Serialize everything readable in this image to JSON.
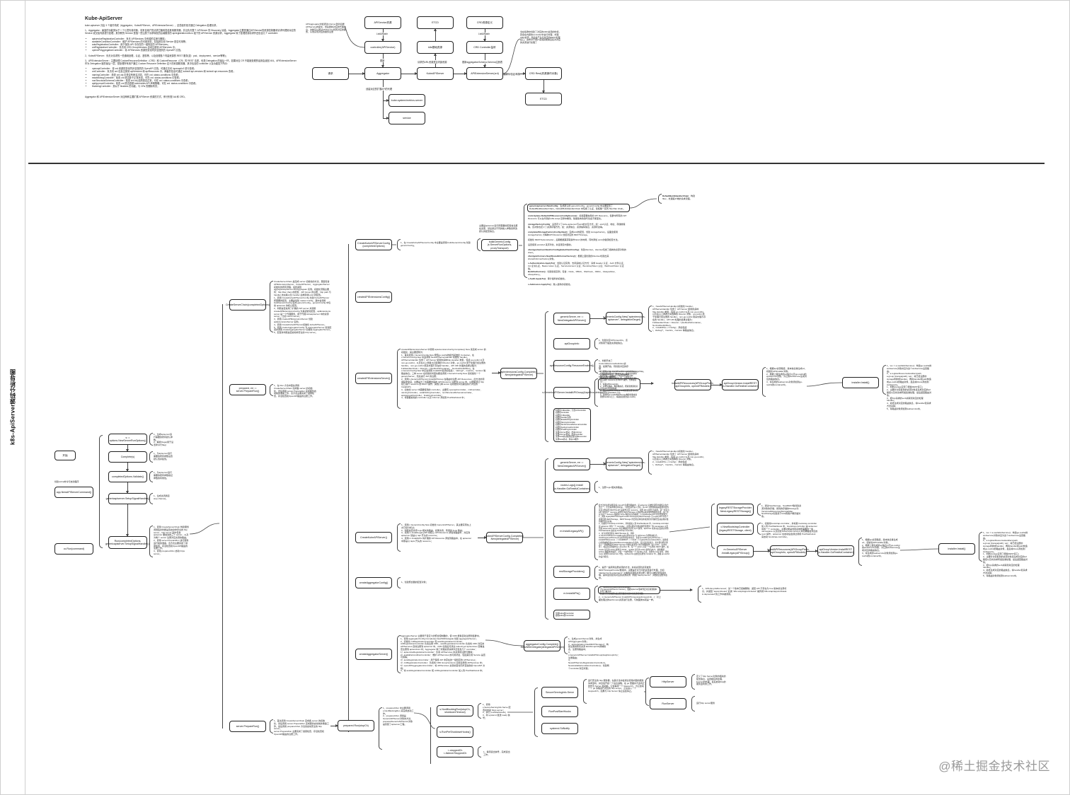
{
  "page": {
    "vertical_title": "k8s-ApiServer源码分析导图",
    "watermark": "@稀土掘金技术社区"
  },
  "doc": {
    "title": "Kube-ApiServer",
    "intro": "kube-apiserver 共由 3 个组件构成（Aggregator、KubeAPIServer、APIExtensionServer），这些组件依次通过 Delegation 处理请求。",
    "p1": "1、Aggregator：暴露的功能类似于一个七层负载均衡，将来自用户的请求拦截转发给其他服务器，并且负责整个 APIServer 的 Discovery 功能。Aggregator主要是通过APIService的资源控制器将请求代理到对应的 Service 或交给内部进行处理；其关联的 Service 是指一些注册了请求转发的后端服务的 apiregistration.k8s.io 组下的 APIService 资源请求。Aggregator 除了处理资源请求外还包含几个 controller：",
    "p1_items": [
      "apiserviceRegistrationController：负责 APIServices 中资源的注册与删除；",
      "availableConditionController：维护 APIServices 的可用状态，包括其引用 Service 是否可用等；",
      "autoRegistrationController：用于保持 API 中存在的一组特定的 APIServices；",
      "crdRegistrationController：负责将 CRD GroupVersions 自动注册到 APIServices 中；",
      "openAPIAggregationController：将 APIServices 资源的变化同步至提供的 OpenAPI 文档；"
    ],
    "p2": "2、KubeAPIServer：负责对请求的一些通用处理，认证、鉴权等，以及处理各个内建资源的 REST 服务(如：pod、deployment、service等等)；",
    "p3": "3、APIExtensionServer：主要处理 CustomResourceDefinition（CRD）和 CustomResource（CR）的 REST 请求，也是 Delegation 的最后一环，如果对应 CR 不能被处理的话则会返回 404。APIExtensionServer 作为 Delegation 链的最后一层，是处理所有用户通过 Custom Resource Definition 定义的资源服务器。其中包含的 controller 以及功能如下所示：",
    "p3_items": [
      "openapiController：将 crd 资源的变化同步至提供的 OpenAPI 文档，可通过访问 /openapi/v2 进行查看；",
      "crdController：负责将 crd 信息注册到 apiVersions 和 apiResources 中，两者的信息可通过 kubectl api-versions 和 kubectl api-resources 查看；",
      "namingController：检查 crd obj 中是否有命名冲突，可在 crd .status.conditions 中查看；",
      "establishingController：检查 crd 是否处于正常状态，可在 crd .status.conditions 中查看；",
      "nonStructuralSchemaController：检查 crd obj 结构是否正常，可在 crd .status.conditions 中查看；",
      "apiApprovalController：检查 crd 是否遵循 kubernetes API 声明策略，可在 crd .status.conditions 中查看；",
      "finalizingController：类似于 finalizes 的功能，与 CRs 的删除有关；"
    ],
    "p4": "Aggregator 和 APIExtensionServer 对应两种主要扩展 APIServer 资源的方式，即分别是 AA 和 CRD。"
  },
  "top_diagram": {
    "nodes": {
      "apiservice_res": "APIService资源",
      "etcd_top": "ETCD",
      "crd_def": "CRD资源定义",
      "controller_apiservice": "controller(APIService)",
      "k8s_builtin": "k8s基础资源",
      "crd_controller": "CRD Controller监听",
      "request": "请求",
      "aggregator": "Aggregator",
      "kubeapiserver": "KubeAPIServer",
      "apiextension": "APIExtensionServer(crd)",
      "crd_rest": "CRD Rest(资源操作对象)",
      "metrics_server": "kube-system/metrics-server",
      "service": "service",
      "etcd_bottom": "ETCD"
    },
    "edge_labels": {
      "listwatch_1": "List&Watch",
      "listwatch_2": "List&Watch",
      "register": "更新",
      "url_resource": "请求的URL资源是否内部资源",
      "update_schema": "更新aggregationSchema,Schema注册表",
      "codec": "编解码/验证/转换",
      "create_proxy": "创建对应的扩展API的代理"
    },
    "notes": {
      "aggregator_note": "APIAggregator中会通过informer监听后端APIService的变化，然后更新对应的代理信息，这样可以通过APIService找到对应的服务，从而实现对应的服务注册",
      "crd_note": "当在集群中创建了对应的CRD资源的时候，就会在内部的controller中进行处理，处理CRD资源，然后会产生出对应的REST处理接口，这样对于用户来说就能够直接对对应的资源进行处理了"
    }
  },
  "mindmap": {
    "root": {
      "start": "开始",
      "cobra_note": "创建cobra命令行启动程序",
      "new_cmd": "app.NewAPIServerCommand()",
      "run_cmd": "cc.Run(command)"
    },
    "run_chain": [
      {
        "label": "s := options.NewServerRunOptions()",
        "note": "1、生成apiserver运行需要的所有默认参数。\n2、解析Flags(用于设置命令行flag)"
      },
      {
        "label": "Complete(s)",
        "note": "1、为apiserver运行需要的所有参数设置默认值并赋值。"
      },
      {
        "label": "completedOptions.Validate()",
        "note": "1、为apiserver运行需要的所有参数验证参数的有效性。"
      },
      {
        "label": "genericapiserver.SetupSignalHandler()",
        "note": "1、生成关闭通道stop channel。"
      },
      {
        "label": "Run(completedOptions, genericapiserver.SetupSignalHandler())",
        "note": "1、调用 CreateServerChain 构建服务调用链并判断是否启动非安全的 http server，http server 链中包含 apiserver 要启动的三个 server，以及为每个 server 注册对应资源的路由。\n2、调用 server.PrepareRun 进行服务运行前的准备，该方法主要完成了健康检查、存活检查和OpenAPI路由的注册工作。\n3、调用 prepared.Run 启动 https server。"
      }
    ],
    "level2": [
      {
        "label": "CreateServerChain(completedOptions)",
        "note": "CreateServerChain 是完成 server 初始化的方法，里面包含 APIExtensionsServer、KubeAPIServer、AggregatorServer 初始化的所有流程，最终返回 aggregatorapiserver.APIAggregator 实例，初始化流程主要有：http filter chain 的配置、API Group 的注册、http path 与 handler 的关联以及 handler 后端存储 etcd 的配置。\n1、调用 CreateKubeAPIServerConfig 创建 KubeAPIServer 所需要的配置，主要是创建 master.Config，其中会调用 buildGenericConfig 生成 genericConfig，genericConfig 中包含 apiserver 的核心配置。\n2、判断是否启用了扩展的 API server 并调用 createAPIExtensionsConfig 为其初始化配置，apiExtensions server 是一个代理服务，用于代理 kubeapiserver 中的资源 server，比如 metric-server。\n3、调用 createAPIExtensionsServer 创建 apiExtensionsServer 实例。\n4、调用 CreateKubeAPIServer初始化 kubeAPIServer。\n5、调用 createAggregatorConfig 为 aggregatorServer 创建配置并调用 createAggregatorServer 初始化 aggregatorServer。\n6、配置并判断是否启动非安全的 http server。"
      },
      {
        "label": "prepared, err := server.PrepareRun()",
        "note": "1、在 Run 方法中首先调用 CreateServerChain 完成各 server 的初始化，然后调用 server.PrepareRun 完成服务启动前的准备工作，该方法主要完成了健康检查、存活检查和OpenAPI路由的注册工作。"
      },
      {
        "label": "server.PrepareRun()",
        "note": "1、首先调用 CreateServerChain 完成各 server 的初始化，然后调用 server.PrepareRun 完成服务启动前的准备工作，最后调用 prepared.Run 方法来启动安全的 http server。\nserver.PrepareRun 主要完成了健康检查、存活检查和OpenAPI路由的注册工作。"
      }
    ],
    "level3": [
      {
        "label": "CreateKubeAPIServerConfig (completedOptions)",
        "note": "1、在 CreateKubeAPIServerConfig 中主要是调用 buildGenericConfig 创建 genericConfig。"
      },
      {
        "label": "createAPIExtensionsConfig()",
        "note": ""
      },
      {
        "label": "createAPIExtensionsServer()",
        "note": "createAPIExtensionsServer 中调用 apiextensionsConfig.Complete().New 来完成 server 的初始化，其主要逻辑为：\n1、首先调用 c.GenericConfig.New 按照go-restful的模式初始化 Container，在 c.GenericConfig.New 中会调用 NewAPIServerHandler 初始化 handler，APIServerHandler 包含了 API Server 使用的多种http.Handler 类型，包括 go-restful 以及 non-go-restful，以及在以上两者之间选择的 Director 对象，go-restful 用于处理已经注册的 handler，non-go-restful 用来处理不存在的 handler，API URI 处理的选择过程为：FullHandlerChain-> Director ->{GoRestfulContainer， NonGoRestfulMux}。在 c.GenericConfig.New 中还会调用 installAPI来添加包括 /、/debug/*、/metrics、/version 等路由信息。三种 server 在初始化时首先都会调用 c.GenericConfig.New 来初始化一个 genericServer，然后进行 API 的注册；\n2、调用 s.GenericAPIServer.InstallAPIGroup 在路由中注册 API Resources，此方法的调用链非常深，主要是为了将需要暴露的 API Resource 注册到 server 中，以便能通过 http 接口进行 resource 的 REST 操作，其他几种 server 在初始化时也都会执行对应的 InstallAPI；\n3、初始化 server 中需要使用的 controller，主要有 openapiController、crdController、namingController、establishingController、nonStructuralSchemaController、apiApprovalController、finalizingController；\n4、将需要启动的 controller 以及 informer 添加到 PostStartHook 中；"
      },
      {
        "label": "CreateKubeAPIServer()",
        "note": "1、调用 c.GenericConfig.New 初始化 GenericAPIServer，其主要实现在上文已经分析过；\n2、判断是否支持 logs 相关的路由，如果支持，则添加 /logs 路由；\n3、调用 m.InstallLegacyAPI 将核心 API Resource 添加到路由中，对应到 apiserver 就是以 /api 开头的 resource；\n4、调用 m.InstallAPIs 将扩展的 API Resource 添加到路由中，在 apiserver 中即是以 /apis 开头的 resource；"
      },
      {
        "label": "createAggregatorConfig()",
        "note": "1、创建聚合器的配置对象；"
      },
      {
        "label": "createAggregatorServer()",
        "note": "AggregatorServer 主要用于自定义的聚合控制器的，使 CRD 能够自动注册到集群中。\n1、调用 aggregatorConfig.Complete().NewWithDelegate 创建 aggregatorServer；\n2、初始化 crdRegistrationController 和 autoRegistrationController，crdRegistrationController 负责注册 CRD，autoRegistrationController 负责将 CRD 对应的 APIServices 自动注册到 apiserver 中，CRD 创建后可通过 kubectl get apiservices 查看是否注册到 apiservices 中；Aggregator 除了处理资源请求外还包含几个 controller：\n1）apiserviceRegistrationController：负责 APIServices 中资源的注册与删除；\n2）availableConditionController：维护 APIServices 的可用状态，包括其引用 Service 是否可用等；\n3）autoRegistrationController：用于保持 API 中存在的一组特定的 APIServices；\n4）crdRegistrationController：负责将 CRD GroupVersions 自动注册到 APIServices 中；\n5）openAPIAggregationController：将 APIServices 资源的变化同步至提供的 OpenAPI 文档；\n3、将 autoRegistrationController 和 crdRegistrationController 加入到 PostStartHook 中；"
      },
      {
        "label": "prepared.Run(stopCh)",
        "note": "1、prepared.Run 中主要调用 s.NonBlockingRun 来完成启动工作。\n2、prepared.Run 调用是 GenericAPIServer对象的方法，preparedGenericAPIServer对象是封装了apiserver工程。"
      }
    ],
    "level4": {
      "buildGenericConfig": {
        "label": "buildGenericConfig (s.ServerRunOptions, proxyTransport)",
        "note": "主要是apiserver运行所需要的配置信息都在这里，然后通过不同的输入参数来修改默认的配置信息。"
      },
      "completeNew": {
        "label": "apiextensionsConfig.Complete() .New(delegateAPIServer)",
        "note": ""
      },
      "kubeAPIServerConfigNew": {
        "label": "kubeAPIServerConfig.Complete() .New(delegateAPIServer)",
        "note": ""
      },
      "aggregatorNew": {
        "label": "aggregatorConfig.Complete() .NewWithDelegate(delegateAPIServer)",
        "note": "1、生成genericServer对象，并生成APIAggregator对象；\n2、apiregistration.NewRESTStorage()：构建注册的所有资源 EtcdGroupInfo的映射表，注册到路由中；\n3、s.GenericAPIServer.InstallAPIGroup(&apiGroupInfo)：注册路由；\n4、NewAPIServiceRegistrationController()，NewAvailableConditionController()：创建两个controller对应处理；"
      },
      "nonBlocking": {
        "label": "s.NonBlockingRun(stopCh, shutdownTimeout)",
        "note": "1、调用 s.SecureServingInfo.Serve 配置并启动 https server；\n2、执行 postStartHooks；\n3、向 systemd 发送 ready 信号；"
      },
      "runPreShutdown": {
        "label": "s.RunPreShutdownHooks()",
        "note": ""
      },
      "stoppedCh": {
        "label": "<-stoppedCh\n<-listenerStoppedCh",
        "note": "1、等待退出信号，完成退出工作；"
      }
    },
    "genericConfig_steps": [
      {
        "bold": "genericapiserver.NewConfig",
        "text": "：生成默认的 genericConfig，genericConfig 中主要配置了 DefaultBuildHandlerChain，DefaultBuildHandlerChain 中包含了认证、鉴权等一系列 http filter chain。"
      },
      {
        "bold": "controlplane.DefaultAPIResourceConfigSource()",
        "text": "：加载需要启用的 API Resource，集群中所有的 API Resource 可以在代码的 k8s.io/api 目录中看到，随着版本的迭代也会不断变化。"
      },
      {
        "bold": "storageFactoryConfig",
        "text": "：设置定义了kube-apiserver与etcd的交互方式，如：etcd认证、地址、存储前缀等，该对象也定义了资源存储方式，如：资源信息、资源编码信息、资源状态等。"
      },
      {
        "bold": "completedStorageFactoryConfig.New()",
        "text": "：完成etcd的配置，创建 storageFactory，后面会使用 storageFactory 为每种API Resource 创建对应的 RESTStorage。"
      },
      {
        "bold": "",
        "text": "初始化 RESTOptionsGetter，后期根据其获取操作 Etcd 的句柄，同时添加 etcd 的健康检查方法。"
      },
      {
        "bold": "",
        "text": "设置使用 protobuf 来序列化，并且限定内部的。"
      },
      {
        "bold": "clientgoclientset.NewForConfig(kubeClientConfig)",
        "text": "：创建clientset，clientset包含了各种的资源对象的client。"
      },
      {
        "bold": "clientgoinformers.NewSharedInformerFactory()",
        "text": "：根据上面创建的clientset创建出来 sharedInformerFactory对象。"
      },
      {
        "bold": "s.Authentication.ApplyTo()",
        "text": "：创建认证实例，支持多种认证方式：请求 Header 认证、Auth 文件认证、CA 证书认证、Bearer token 认证、ServiceAccount 认证、BootstrapToken 认证、WebhookToken 认证等。"
      },
      {
        "bold": "BuildAuthorizer()",
        "text": "：创建鉴权实例，包含：Node、RBAC、Webhook、ABAC、AlwaysAllow、AlwaysDeny。"
      },
      {
        "bold": "s.Audit.ApplyTo()",
        "text": "：审计插件的初始化。"
      },
      {
        "bold": "s.Admission.ApplyTo()",
        "text": "：准入插件的初始化。"
      }
    ],
    "defaultBuildHandlerChain": {
      "bold": "DefaultBuildHandlerChain",
      "text": "：构建filter，处理客户端的请求流程。"
    },
    "ext_children": [
      {
        "label": "genericServer, err := NewDelegateAPIServer()",
        "sub": "c.GenericConfig.New(\"apiextensions-apiserver\", delegationTarget)",
        "note": "1、NewAPIServerHandler()初始化 handler，APIServerHandler 包含了 API Server 使用的多种http.Handler 类型，包括 go-restful 以及 non-go-restful，以及在以上两者之间选择的 Director 对象，go-restful 用于处理已经注册的 handler，non-go-restful 用来处理不存在的 handler，API URI 处理的选择过程为：FullHandlerChain-> Director ->{GoRestfulContainer， NonGoRestfulMux}。\n2、installAPI(s, c.Config)：添加包括 /、/debug/*、/metrics、/version 等路由信息。"
      },
      {
        "label": "apiGroupInfo",
        "note": "1、创建对应APIGroupInfo，该对象用于描述资源组信息。"
      },
      {
        "label": "apiResourceConfig.ResourceEnabled()",
        "note": "1、判断开启了CustomResourceDefinition资源，如果开启，则创建对应的存储 APIGroupInfo.VersionedResourcesStorageMap。\n2、NewREST()：通过NewREST创建资源存储对象。"
      },
      {
        "label": "s.GenericAPIServer.InstallAPIGroup(&apiGroupInfo)",
        "note": "1、调用 s.GenericAPIServer.InstallAPIGroup 在路由中注册 API Resources，此方法的调用链非常深，主要是为了将需要暴露的 API Resource 注册到 server 中，以便能通过 http 接口进行 resource 的 REST 操作，大体流程为：\n1、获取APIGroupInfo；\n2、初始化路由，构建路由表，把资源类别和对应的path添加进路由；\n3、通过installAPIResources将资源注册到对应的处理方法handlers上去；\n4、最终将go-restfulWebService构建的路由注册到handlers之上，将路由注册到go-restful。"
      },
      {
        "label": "controllers_list",
        "lines": [
          "初始化crdHandler，包含crdController",
          "初始化Controller",
          "初始化crdHandler",
          "初始化handler注册",
          "初始化EstablishingController",
          "初始化NamingController",
          "初始化NonStructuralSchemaController",
          "初始化ApiApprovalController",
          "初始化FinalizingController",
          "注册informer启动，启动informer",
          "注册informer启动，启动controller",
          "注册hook启动线程配置好的Reconciler",
          "注册hook启动，启动crd服务"
        ]
      }
    ],
    "install_chain": {
      "installAPIResources": "installAPIResources(APIGroupPrefix, apiGroupInfo, openAPIModels)",
      "installREST": "apiGroupVersion.InstallREST (s.Handler.GoRestfulContainer)",
      "installer": "installer.Install()",
      "installREST_note": "1、根据api资源路径，版本信息等生成url，初始化APIInstaller对象。\n2、根据上面生成的url信息以及go-restful的webservice对象，为它的webservice生成对应的路由信息。\n3、将生成的webservice对象添加到go-restful的container中。",
      "installer_note": "1、ws := a.newWebService()：构建go-restful的webservice对象并且为这个webservice设置路由。\n2、a.registerResourceHandlers(path, a.group.Storage[path], ws)：将已经注册的storage转换成handler，再将handler和path构造成go-restful的路由对象，最后将Route添加到webservice。\n1、判断storage实现了哪些REST接口；\n2、主要针对获取到的资源对象来生成对应的url路径以及将请求转发给谁处理，最后返回路由对象；\n3、把http请求的verb关联到对应的处理handler；\n4、最终生成对应的路由信息，将handler和请求方法关联；\n5、将路由对象添加到webservice中。"
    },
    "kube_children": [
      {
        "label": "genericServer, err := NewDelegateAPIServer()",
        "sub": "c.GenericConfig.New(\"apiextensions-apiserver\", delegationTarget)",
        "note": "1、NewAPIServerHandler()初始化 handler，APIServerHandler 包含了 API Server 使用的多种http.Handler 类型，包括 go-restful 以及 non-go-restful，以及在以上两者之间选择的 Director 对象。\n2、installAPI(s, c.Config)：添加包括 /、/debug/*、/metrics、/version 等路由信息。"
      },
      {
        "label": "routes.Logs{}.Install (s.Handler.GoRestfulContainer)",
        "note": "1、注册 logs 相关的路由。"
      },
      {
        "label": "m.InstallLegacyAPI()",
        "note": "此方法的主要功能是将 core API 注册到路由中，是 apiserver 初始化流程中最核心的方法之一，不过其调用链非常深，下面会进行深入分析。将 API 注册到路由其最终的目的就是对外提供 RESTful API 来操作对应 resource，注册 API 主要分为两步，第一步是为 API 中的每个 resource 初始化 RESTStorage 以此操作后端存储中数据的变更，第二步是为每个 resource 根据其 verbs 构建对应的路由。m.InstallLegacyAPI 的主要逻辑为：\n1、调用 legacyRESTStorageProvider.NewLegacyRESTStorage 为 LegacyAPI 中各个资源创建 RESTStorage，RESTStorage 的目的是将每种资源的访问路径及其后端存储的操作对应起来；\n2、初始化 bootstrap-controller，并将其加入到 PostStartHook 中，bootstrap-controller 是 apiserver 中的一个 controller，主要功能是创建系统所需要的一些 namespace 以及创建 kubernetes service 并定期触发对应的 sync 操作，apiserver 在启动后会通过调用 PostStartHook 来启动 bootstrap-controller；\n3、在为资源创建完 RESTStorage 后，调用 m.GenericAPIServer.InstallLegacyAPIGroup 为 APIGroup 注册路由信息，InstallLegacyAPIGroup方法的调用链非常深，主要为InstallLegacyAPIGroup--> installAPIResources --> InstallREST --> Install --> registerResourceHandlers，最终核心的路由构造在registerResourceHandlers方法内，该方法比较复杂，其主要功能是通过上一步骤构造的 REST Storage 判断该资源可以执行哪些操作（如 create、update等），将其对应的操作存入到 action 中，每一个 action 对应一个标准的 REST 操作，如 create 对应的 action 操作为 POST、update 对应的 action 操作为PUT。最终根据 actions 数组依次遍历，对每一个操作添加一个 handler 方法，注册到 route 中去，再将 route 注册到 webservice 中去，webservice 最终会注册到 container 中，遵循 go-restful 的设计模式；"
      },
      {
        "label": "restStorageProviders()",
        "note": "1、遍历一遍调用注册资源的方法，并将资源列表存放到RESTStorageProvider数组中，主要是针对不同的资源进行处理，比如 \"deployments.extensions\" 之类的资源和资源注册了都可以被接受到并处理，其中会创建到对应的资源实例（例如\"deployments\"）并放在注册列表中。"
      },
      {
        "label": "m.InstallAPIs()",
        "note_box": "1、NewResourceExpirationEvaluator：\n(*m.GenericAPIServer.Version)，根据apiserver版本判定对应资源版本是否已被弃用\n并进行不同的处理(如是否需要禁用版本的资源控制器)",
        "note": "2、m.GenericAPIServer.InstallAPIGroups(apiGroupsInfo...)：对上面处理过的apiGroups资源进行注册，与前面类似就是一样。",
        "deprecation_note": "1、APILifecycleRemoved：某一个版本已经被删除，返回 API 不存在为 true 版本的注意标识，并返回 \"apps/v1beta1\" 此类 \"k8s.io/api/apps/v1beta1\" 被弃用\"k8s.io/api/apps/v1beta1 is deprecated\"的工作中被调用。"
      },
      {
        "label": "controllers_list2",
        "lines": [
          "创建kube的controller",
          "启动kube的controller"
        ]
      }
    ],
    "legacy_children": [
      {
        "label": "legacyRESTStorageProvider .NewLegacyRESTStorage()",
        "note": "1、通过NewStorage，NewREST等创建资源对象的存储，用到的存储的Storage为 VersionedResourcesStorageMap， NewStorage创建基于etcd的客户端存储对象。"
      },
      {
        "label": "c.NewBootstrapController (legacyRESTStorage, client)",
        "note": "1、初始化bootstrap-controller，并将其 bootstrap-controller 加入到 PostStartHook 中，bootstrap-controller 是 apiserver 中的一个 controller，主要功能是创建系统所需要的一些 namespace 以及创建 kubernetes service 并定期触发对应的 sync 操作，apiserver 在启动后会通过调用 PostStartHook 来启动 bootstrap-controller。"
      },
      {
        "label": "m.GenericAPIServer .InstallLegacyAPIGroup()",
        "note": ""
      }
    ],
    "serving_children": [
      {
        "label": "SecureServingInfo.Serve",
        "note": "运行安全的 http 服务器，在其方法中会通过调用内部的服务请求监听，并且会开启一个后台进程，在 go 里面并不会真正的作为 Server 启动前，它会等待一个 listenerCh，为它启动一个 go 协程运行对应的 http server，之后进入一个 stoppedCh，如果与 http Server 停止后会停止。"
      },
      {
        "label": "RunPostStartHooks",
        "note": ""
      },
      {
        "label": "systemd.SdNotify",
        "note": ""
      }
    ],
    "http_children": [
      {
        "label": "HttpServer",
        "note": "定义了http Server对象的相关的配置信息，设置相应的处理，lisenter的处理，最后启动http的服务监听的工作。"
      },
      {
        "label": "RunServer",
        "note": "运行http server服务"
      }
    ]
  }
}
